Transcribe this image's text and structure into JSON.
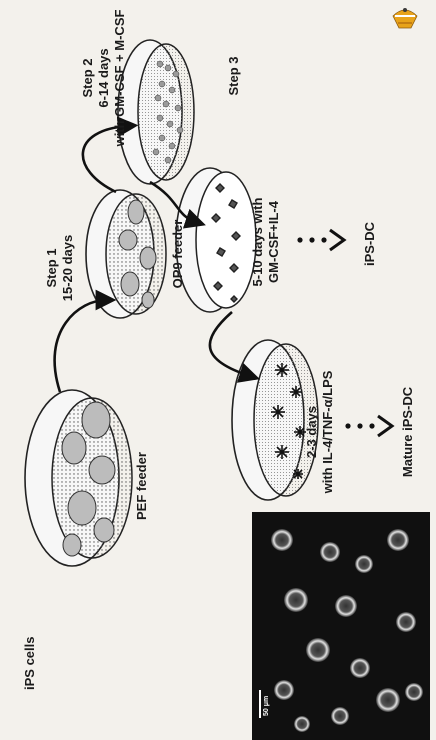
{
  "labels": {
    "ips_cells": "iPS cells",
    "pef_feeder": "PEF feeder",
    "step1_title": "Step 1",
    "step1_days": "15-20 days",
    "op9_feeder": "OP9 feeder",
    "step2_title": "Step 2",
    "step2_days": "6-14 days",
    "step2_factors": "with GM-CSF + M-CSF",
    "step3_title": "Step 3",
    "step3_days": "5-10 days with",
    "step3_factors": "GM-CSF+IL-4",
    "ips_dc": "iPS-DC",
    "mature_days": "2-3 days",
    "mature_factors": "with IL-4/TNF-α/LPS",
    "mature_ips_dc": "Mature iPS-DC",
    "scale_bar": "50 μm"
  },
  "colors": {
    "background": "#f3f1ec",
    "micrograph_bg": "#101010",
    "logo": "#e8a31a"
  },
  "icons": [
    "logo-icon",
    "dotted-arrow-icon"
  ]
}
